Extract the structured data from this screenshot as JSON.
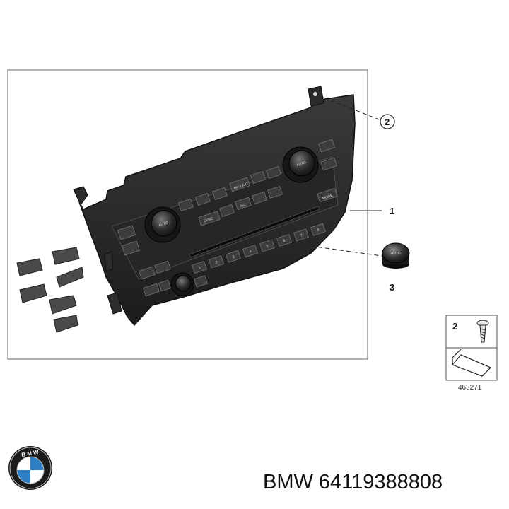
{
  "diagram": {
    "callouts": {
      "panel": "1",
      "screw": "2",
      "knob": "3"
    },
    "panel_buttons": {
      "auto_left": "AUTO",
      "auto_right": "AUTO",
      "max_ac": "MAX A/C",
      "sync": "SYNC",
      "ac": "A/C",
      "mode": "MODE",
      "knob_auto": "AUTO"
    },
    "preset_numbers": [
      "1",
      "2",
      "3",
      "4",
      "5",
      "6",
      "7",
      "8"
    ],
    "legend_box": {
      "number": "2",
      "reference_id": "463271"
    }
  },
  "brand": {
    "logo_letters": "BMW",
    "logo_colors": {
      "blue": "#2f7fc4",
      "ring": "#1b1b1b",
      "white": "#ffffff"
    }
  },
  "caption": {
    "text": "BMW 64119388808"
  }
}
